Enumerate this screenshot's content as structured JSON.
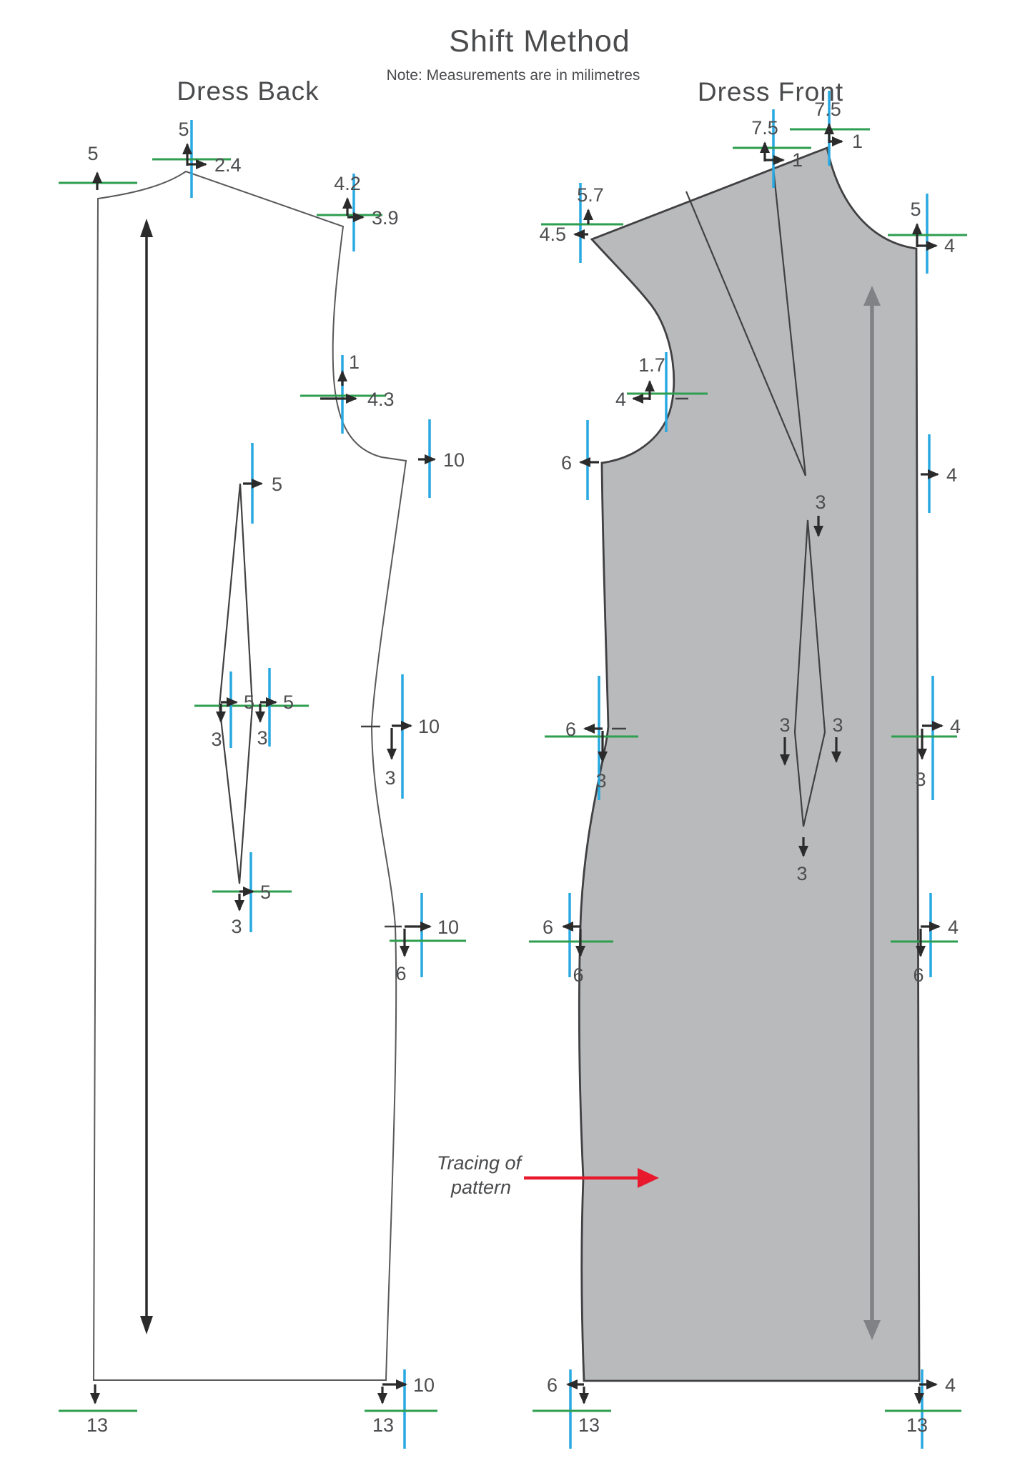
{
  "title": "Shift Method",
  "note": "Note: Measurements are in milimetres",
  "tracing": {
    "line1": "Tracing of",
    "line2": "pattern"
  },
  "back": {
    "label": "Dress Back",
    "measurements": [
      {
        "id": "shoulder-left-up",
        "value": "5"
      },
      {
        "id": "neck-peak-up",
        "value": "5"
      },
      {
        "id": "neck-peak-right",
        "value": "2.4"
      },
      {
        "id": "shoulder-end-up",
        "value": "4.2"
      },
      {
        "id": "shoulder-end-right",
        "value": "3.9"
      },
      {
        "id": "armhole-up",
        "value": "1"
      },
      {
        "id": "armhole-right",
        "value": "4.3"
      },
      {
        "id": "underarm-right",
        "value": "10"
      },
      {
        "id": "dart-top-right",
        "value": "5"
      },
      {
        "id": "dart-waist-left-right",
        "value": "5"
      },
      {
        "id": "dart-waist-left-down",
        "value": "3"
      },
      {
        "id": "dart-waist-right-right",
        "value": "5"
      },
      {
        "id": "dart-waist-right-down",
        "value": "3"
      },
      {
        "id": "side-waist-right",
        "value": "10"
      },
      {
        "id": "side-waist-down",
        "value": "3"
      },
      {
        "id": "dart-bottom-right",
        "value": "5"
      },
      {
        "id": "dart-bottom-down",
        "value": "3"
      },
      {
        "id": "side-hip-right",
        "value": "10"
      },
      {
        "id": "side-hip-down",
        "value": "6"
      },
      {
        "id": "hem-left-down",
        "value": "13"
      },
      {
        "id": "hem-right-right",
        "value": "10"
      },
      {
        "id": "hem-right-down",
        "value": "13"
      }
    ]
  },
  "front": {
    "label": "Dress Front",
    "measurements": [
      {
        "id": "neck-dart-left-up",
        "value": "7.5"
      },
      {
        "id": "neck-dart-left-right",
        "value": "1"
      },
      {
        "id": "neck-peak-up",
        "value": "7.5"
      },
      {
        "id": "neck-peak-right",
        "value": "1"
      },
      {
        "id": "shoulder-tip-up",
        "value": "5.7"
      },
      {
        "id": "shoulder-tip-left",
        "value": "4.5"
      },
      {
        "id": "neck-right-up",
        "value": "5"
      },
      {
        "id": "neck-right-right",
        "value": "4"
      },
      {
        "id": "armhole-up",
        "value": "1.7"
      },
      {
        "id": "armhole-left",
        "value": "4"
      },
      {
        "id": "underarm-left",
        "value": "6"
      },
      {
        "id": "side-right-upper",
        "value": "4"
      },
      {
        "id": "dart-top-down",
        "value": "3"
      },
      {
        "id": "side-waist-left",
        "value": "6"
      },
      {
        "id": "side-waist-left-down",
        "value": "3"
      },
      {
        "id": "dart-waist-left-down",
        "value": "3"
      },
      {
        "id": "dart-waist-right-down",
        "value": "3"
      },
      {
        "id": "side-waist-right",
        "value": "4"
      },
      {
        "id": "side-waist-right-down",
        "value": "3"
      },
      {
        "id": "dart-bottom-down",
        "value": "3"
      },
      {
        "id": "side-hip-left",
        "value": "6"
      },
      {
        "id": "side-hip-left-down",
        "value": "6"
      },
      {
        "id": "side-hip-right",
        "value": "4"
      },
      {
        "id": "side-hip-right-down",
        "value": "6"
      },
      {
        "id": "hem-left-left",
        "value": "6"
      },
      {
        "id": "hem-left-down",
        "value": "13"
      },
      {
        "id": "hem-right-right",
        "value": "4"
      },
      {
        "id": "hem-right-down",
        "value": "13"
      }
    ]
  },
  "colors": {
    "front_fill": "#b9babc",
    "outline": "#414042",
    "guide_blue": "#29a9e1",
    "guide_green": "#2e9e4f",
    "tracing_red": "#e8192c",
    "long_arrow_gray": "#808285"
  }
}
